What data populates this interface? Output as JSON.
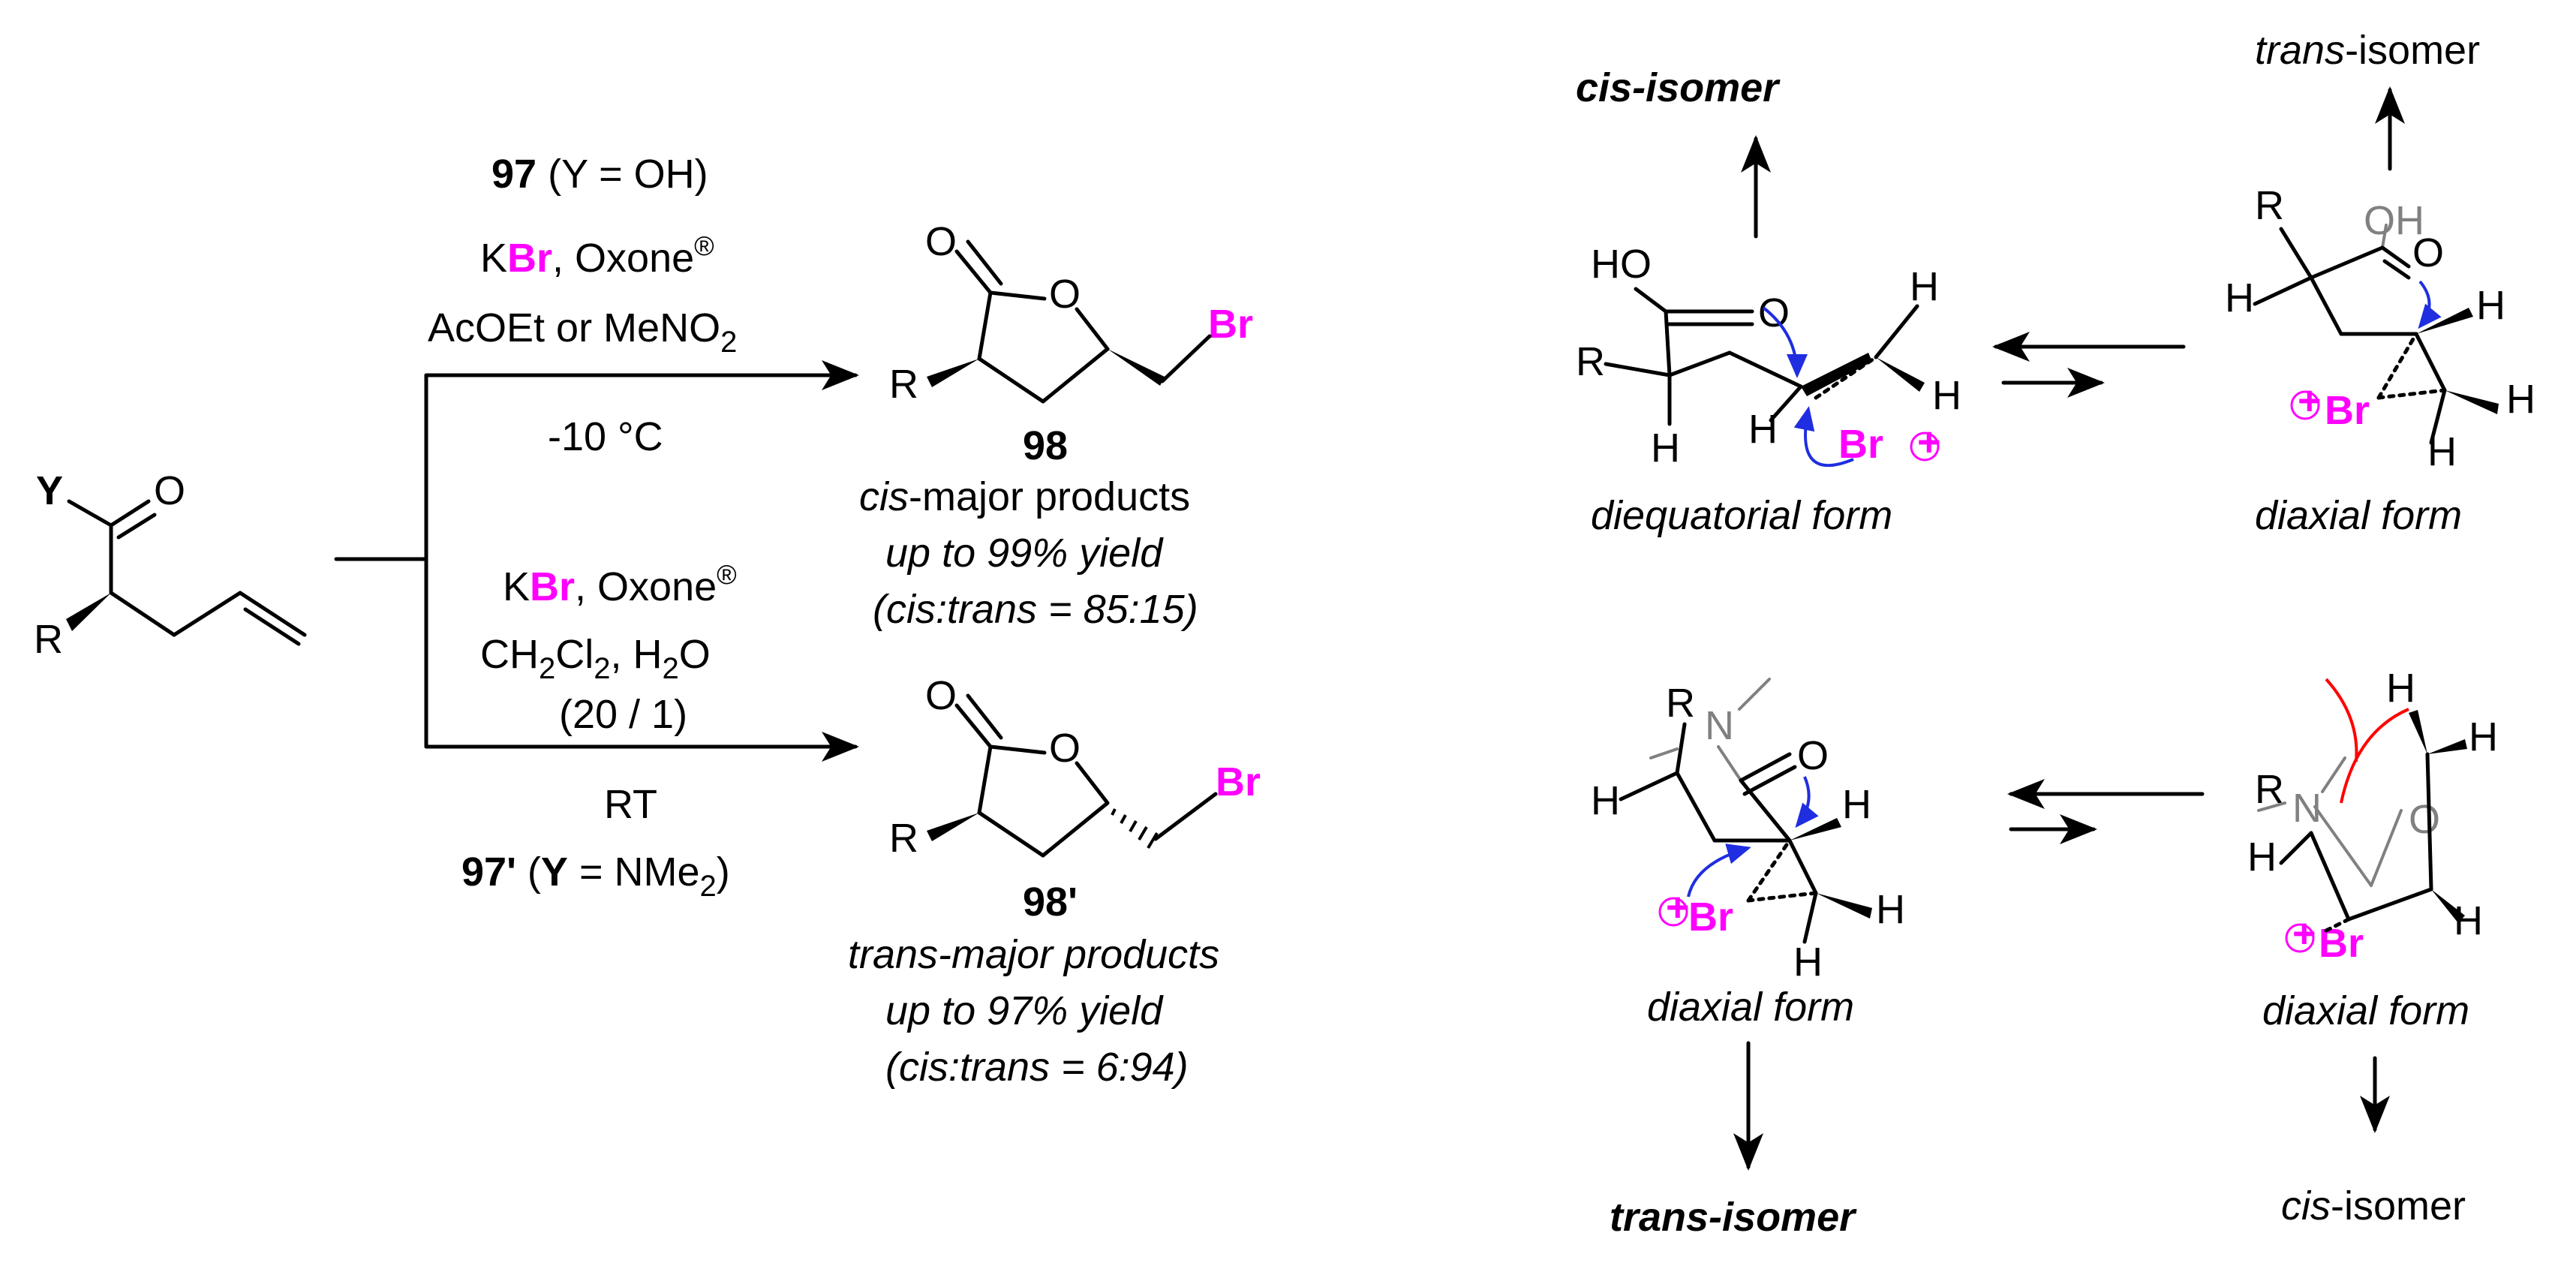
{
  "reactant": {
    "y_label": "Y",
    "o_label": "O",
    "r_label": "R"
  },
  "condition_top": {
    "compound": "97",
    "y_eq": "(Y = OH)",
    "reagent_k": "K",
    "reagent_br": "Br",
    "reagent_rest": ", Oxone",
    "reg_mark": "®",
    "solvent": "AcOEt or MeNO",
    "solvent_sub": "2",
    "temperature": "-10 °C"
  },
  "condition_bottom": {
    "reagent_k": "K",
    "reagent_br": "Br",
    "reagent_rest": ", Oxone",
    "reg_mark": "®",
    "solvent": "CH",
    "solvent_text2": "Cl",
    "solvent_text3": ", H",
    "solvent_text4": "O",
    "sub2": "2",
    "ratio": "(20 / 1)",
    "temperature": "RT",
    "compound": "97'",
    "y_eq_prefix": "(",
    "y_eq_y": "Y",
    "y_eq_mid": " = NMe",
    "y_eq_sub": "2",
    "y_eq_end": ")"
  },
  "product_top": {
    "o_carbonyl": "O",
    "o_ring": "O",
    "r_label": "R",
    "br_label": "Br",
    "number": "98",
    "line1_em": "cis",
    "line1_rest": "-major products",
    "line2": "up to 99% yield",
    "line3": "(cis:trans = 85:15)"
  },
  "product_bottom": {
    "o_carbonyl": "O",
    "o_ring": "O",
    "r_label": "R",
    "br_label": "Br",
    "number": "98'",
    "line1": "trans-major products",
    "line2": "up to 97% yield",
    "line3": "(cis:trans = 6:94)"
  },
  "mech_top_left": {
    "result_em": "cis",
    "result_rest": "-isomer",
    "ho": "HO",
    "o": "O",
    "r": "R",
    "h1": "H",
    "h2": "H",
    "h3": "H",
    "h4": "H",
    "br": "Br",
    "plus": "+",
    "form": "diequatorial form"
  },
  "mech_top_right": {
    "result_em": "trans",
    "result_rest": "-isomer",
    "r": "R",
    "oh": "OH",
    "o": "O",
    "h1": "H",
    "h2": "H",
    "h3": "H",
    "h4": "H",
    "br": "Br",
    "plus": "+",
    "form": "diaxial form"
  },
  "mech_bottom_left": {
    "result_em": "trans",
    "result_rest": "-isomer",
    "r": "R",
    "n": "N",
    "o": "O",
    "h1": "H",
    "h2": "H",
    "h3": "H",
    "h4": "H",
    "br": "Br",
    "plus": "+",
    "form": "diaxial form"
  },
  "mech_bottom_right": {
    "result_em": "cis",
    "result_rest": "-isomer",
    "r": "R",
    "n": "N",
    "o": "O",
    "h1": "H",
    "h2": "H",
    "h3": "H",
    "h4": "H",
    "br": "Br",
    "plus": "+",
    "form": "diaxial form"
  }
}
